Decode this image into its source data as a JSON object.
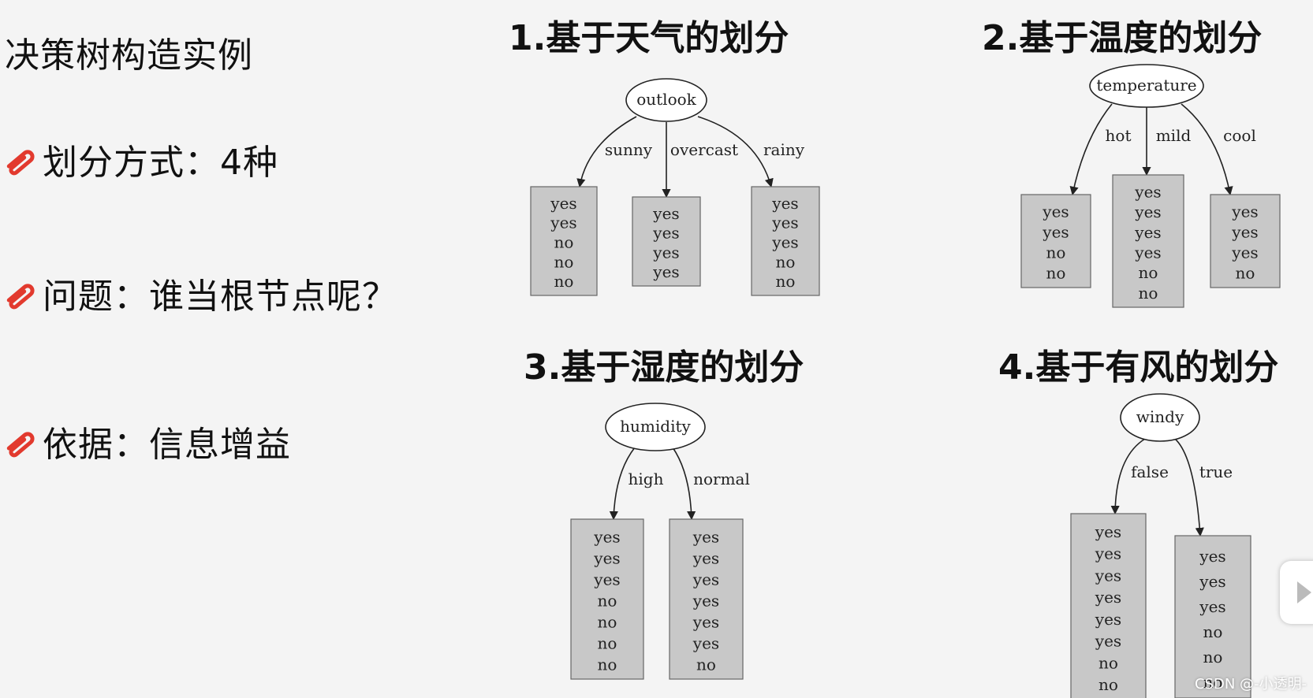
{
  "slide": {
    "title": "决策树构造实例",
    "bullets": [
      {
        "icon": "paperclip-icon",
        "text": "划分方式：4种"
      },
      {
        "icon": "paperclip-icon",
        "text": "问题：谁当根节点呢？"
      },
      {
        "icon": "paperclip-icon",
        "text": "依据：信息增益"
      }
    ]
  },
  "colors": {
    "leaf_fill": "#c8c8c8",
    "leaf_stroke": "#666666",
    "pin": "#e23a2e",
    "line": "#222222"
  },
  "trees": [
    {
      "title": "1.基于天气的划分",
      "root": "outlook",
      "branches": [
        {
          "label": "sunny",
          "leaf": [
            "yes",
            "yes",
            "no",
            "no",
            "no"
          ]
        },
        {
          "label": "overcast",
          "leaf": [
            "yes",
            "yes",
            "yes",
            "yes"
          ]
        },
        {
          "label": "rainy",
          "leaf": [
            "yes",
            "yes",
            "yes",
            "no",
            "no"
          ]
        }
      ]
    },
    {
      "title": "2.基于温度的划分",
      "root": "temperature",
      "branches": [
        {
          "label": "hot",
          "leaf": [
            "yes",
            "yes",
            "no",
            "no"
          ]
        },
        {
          "label": "mild",
          "leaf": [
            "yes",
            "yes",
            "yes",
            "yes",
            "no",
            "no"
          ]
        },
        {
          "label": "cool",
          "leaf": [
            "yes",
            "yes",
            "yes",
            "no"
          ]
        }
      ]
    },
    {
      "title": "3.基于湿度的划分",
      "root": "humidity",
      "branches": [
        {
          "label": "high",
          "leaf": [
            "yes",
            "yes",
            "yes",
            "no",
            "no",
            "no",
            "no"
          ]
        },
        {
          "label": "normal",
          "leaf": [
            "yes",
            "yes",
            "yes",
            "yes",
            "yes",
            "yes",
            "no"
          ]
        }
      ]
    },
    {
      "title": "4.基于有风的划分",
      "root": "windy",
      "branches": [
        {
          "label": "false",
          "leaf": [
            "yes",
            "yes",
            "yes",
            "yes",
            "yes",
            "yes",
            "no",
            "no"
          ]
        },
        {
          "label": "true",
          "leaf": [
            "yes",
            "yes",
            "yes",
            "no",
            "no",
            "no"
          ]
        }
      ]
    }
  ],
  "watermark": "CSDN @-小透明-"
}
